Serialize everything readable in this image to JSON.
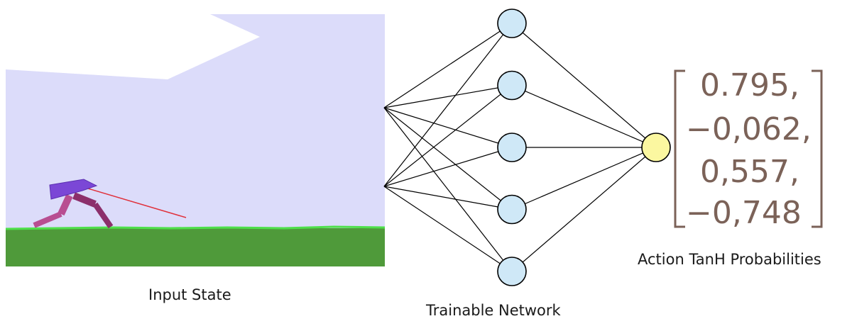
{
  "captions": {
    "input_state": "Input State",
    "network": "Trainable Network",
    "action": "Action TanH Probabilities"
  },
  "output_vector": [
    "0.795,",
    "−0,062,",
    "0,557,",
    "−0,748"
  ],
  "network": {
    "hidden_neurons": 5,
    "output_neurons": 1
  },
  "colors": {
    "sky": "#dcdcfa",
    "cloud": "#ffffff",
    "ground": "#4f9a3a",
    "ground_edge": "#4fe04a",
    "hull": "#7b47d6",
    "leg_front": "#8c2f6b",
    "leg_back": "#b84e91",
    "lidar": "#e0303a",
    "hidden_neuron": "#cfe8f7",
    "output_neuron": "#fbf7a0",
    "vector_text": "#7b6258"
  }
}
